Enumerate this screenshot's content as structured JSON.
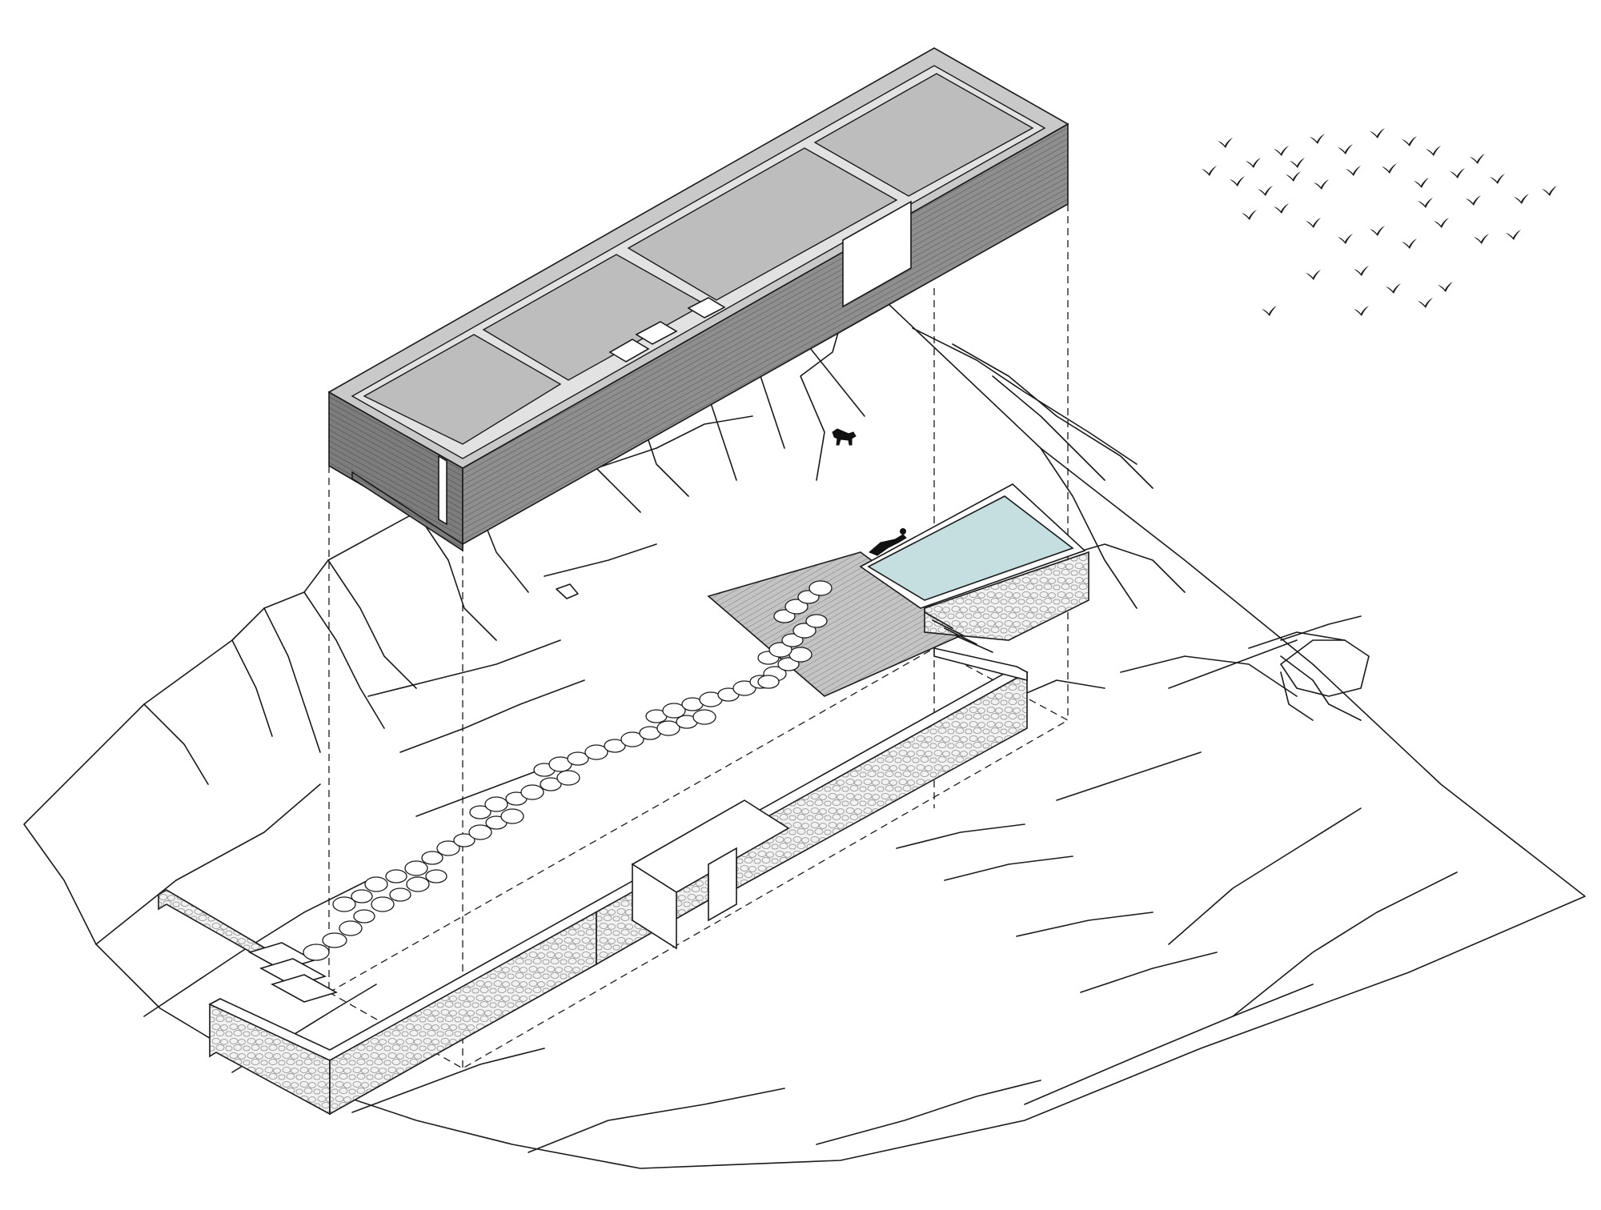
{
  "figure": {
    "type": "axonometric-exploded-diagram",
    "colors": {
      "line": "#1a1a1a",
      "roof": "#c9c9c9",
      "siding": "#8f8f8f",
      "pool_water": "#c5dfe0",
      "background": "#ffffff"
    },
    "elements": [
      {
        "name": "house-volume",
        "icon": "house-box-icon"
      },
      {
        "name": "terrain",
        "icon": "contour-lines-icon"
      },
      {
        "name": "stone-plinth-walls",
        "icon": "stone-wall-icon"
      },
      {
        "name": "pool",
        "icon": "pool-icon"
      },
      {
        "name": "deck",
        "icon": "deck-icon"
      },
      {
        "name": "stepping-stones",
        "icon": "paver-icon"
      },
      {
        "name": "dog",
        "icon": "dog-icon"
      },
      {
        "name": "diver",
        "icon": "diver-icon"
      },
      {
        "name": "bird-flock",
        "icon": "bird-icon"
      }
    ]
  }
}
